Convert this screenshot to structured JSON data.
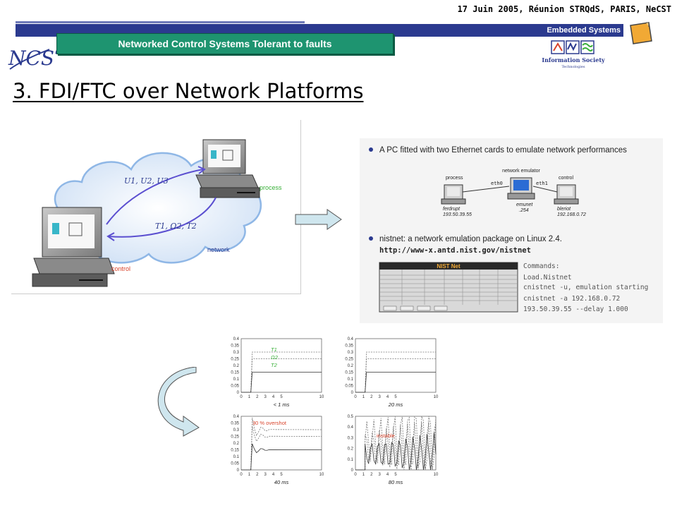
{
  "header": {
    "meeting": "17 Juin 2005, Réunion STRQdS, PARIS, NeCST",
    "bar_label": "Embedded Systems",
    "title_tab": "Networked Control Systems Tolerant to faults",
    "logo_text": "NCST",
    "ist_logo_text": "Information Society",
    "ist_logo_sub": "Technologies"
  },
  "slide": {
    "heading": "3. FDI/FTC over Network Platforms"
  },
  "diagram": {
    "label_inputs": "U1, U2, U3",
    "label_outputs": "T1, Ω2, T2",
    "label_process": "process",
    "label_control": "control",
    "label_network": "network"
  },
  "emulator": {
    "bullet1": "A PC fitted with two Ethernet cards to emulate network performances",
    "node_process": "process",
    "node_emulator": "network emulator",
    "node_control": "control",
    "eth0": "eth0",
    "eth1": "eth1",
    "emunet": "emunet",
    "emunet_ip": ".254",
    "ferdrupt": "ferdrupt",
    "ferdrupt_ip": "193.50.39.55",
    "bleriot": "bleriot",
    "bleriot_ip": "192.168.0.72",
    "bullet2": "nistnet: a network emulation package on Linux 2.4.",
    "url": "http://www-x.antd.nist.gov/nistnet",
    "nist_title": "NIST Net",
    "commands_title": "Commands:",
    "cmd1": "Load.Nistnet",
    "cmd2": "cnistnet -u, emulation starting",
    "cmd3": "cnistnet -a 192.168.0.72",
    "cmd4": "193.50.39.55 --delay 1.000"
  },
  "plots": [
    {
      "caption": "< 1 ms",
      "annotation": "",
      "legend": [
        "T1",
        "Ω2",
        "T2"
      ]
    },
    {
      "caption": "20 ms",
      "annotation": "",
      "legend": []
    },
    {
      "caption": "40 ms",
      "annotation": "30 % overshot",
      "legend": []
    },
    {
      "caption": "80 ms",
      "annotation": "instable",
      "legend": []
    }
  ],
  "plot_axis": {
    "y_ticks_small": [
      "0.4",
      "0.35",
      "0.3",
      "0.25",
      "0.2",
      "0.15",
      "0.1",
      "0.05",
      "0"
    ],
    "y_ticks_large": [
      "0.5",
      "0.4",
      "0.3",
      "0.2",
      "0.1",
      "0"
    ],
    "x_ticks": [
      "0",
      "1",
      "2",
      "3",
      "4",
      "5",
      "",
      "10"
    ]
  },
  "colors": {
    "bar_blue": "#2b3a8f",
    "tab_green": "#1e9470",
    "cloud_blue": "#8fb7e6",
    "arrow_purple": "#5b4fd0",
    "green_label": "#3ab03a",
    "red_label": "#d9442c",
    "orange_accent": "#f1a935"
  }
}
